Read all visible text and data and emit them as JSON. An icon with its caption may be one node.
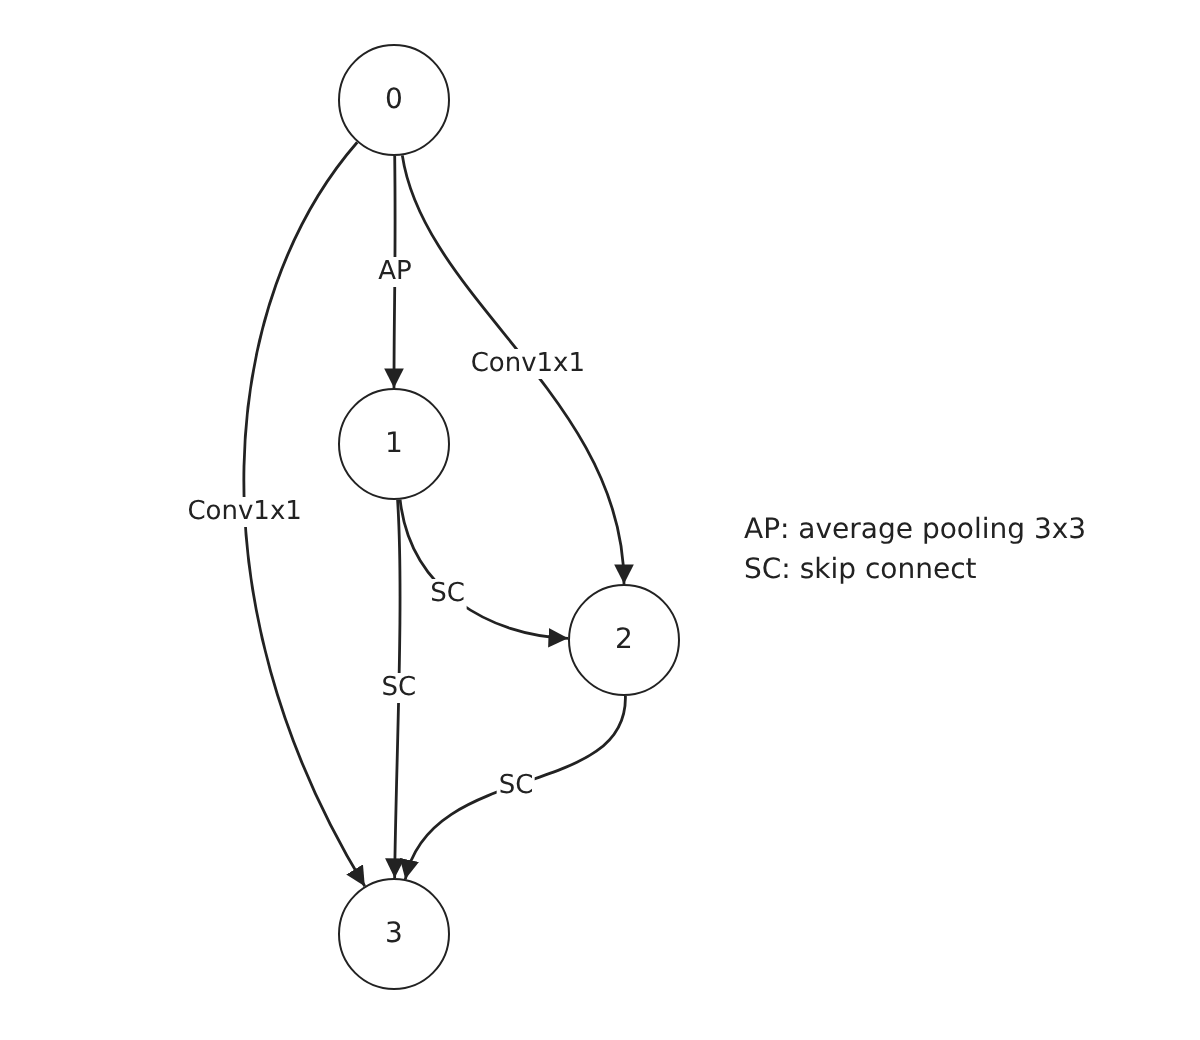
{
  "diagram": {
    "nodes": [
      {
        "text": [
          "0"
        ]
      },
      {
        "text": [
          "1"
        ]
      },
      {
        "text": [
          "2"
        ]
      },
      {
        "text": [
          "3"
        ]
      }
    ],
    "edges": [
      {
        "from": 0,
        "to": 1,
        "arrow": "to",
        "label": "AP"
      },
      {
        "from": 0,
        "to": 2,
        "arrow": "to",
        "label": "Conv1x1"
      },
      {
        "from": 0,
        "to": 3,
        "arrow": "to",
        "label": "Conv1x1"
      },
      {
        "from": 1,
        "to": 2,
        "arrow": "to",
        "label": "SC"
      },
      {
        "from": 1,
        "to": 3,
        "arrow": "to",
        "label": "SC"
      },
      {
        "from": 2,
        "to": 3,
        "arrow": "to",
        "label": "SC"
      }
    ],
    "labels": [
      "AP: average pooling 3x3",
      "SC: skip connect"
    ]
  }
}
